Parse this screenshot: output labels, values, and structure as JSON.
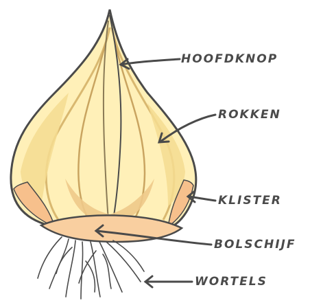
{
  "labels": {
    "hoofdknop": "HOOFDKNOP",
    "rokken": "ROKKEN",
    "klister": "KLISTER",
    "bolschijf": "BOLSCHIJF",
    "wortels": "WORTELS"
  },
  "colors": {
    "ink": "#4a4a4a",
    "scale_light": "#fff0b8",
    "scale_mid": "#f5dc90",
    "scale_edge": "#eec98a",
    "klister_orange": "#f7c08c",
    "basal_plate": "#f9cfa0",
    "background": "#ffffff"
  }
}
